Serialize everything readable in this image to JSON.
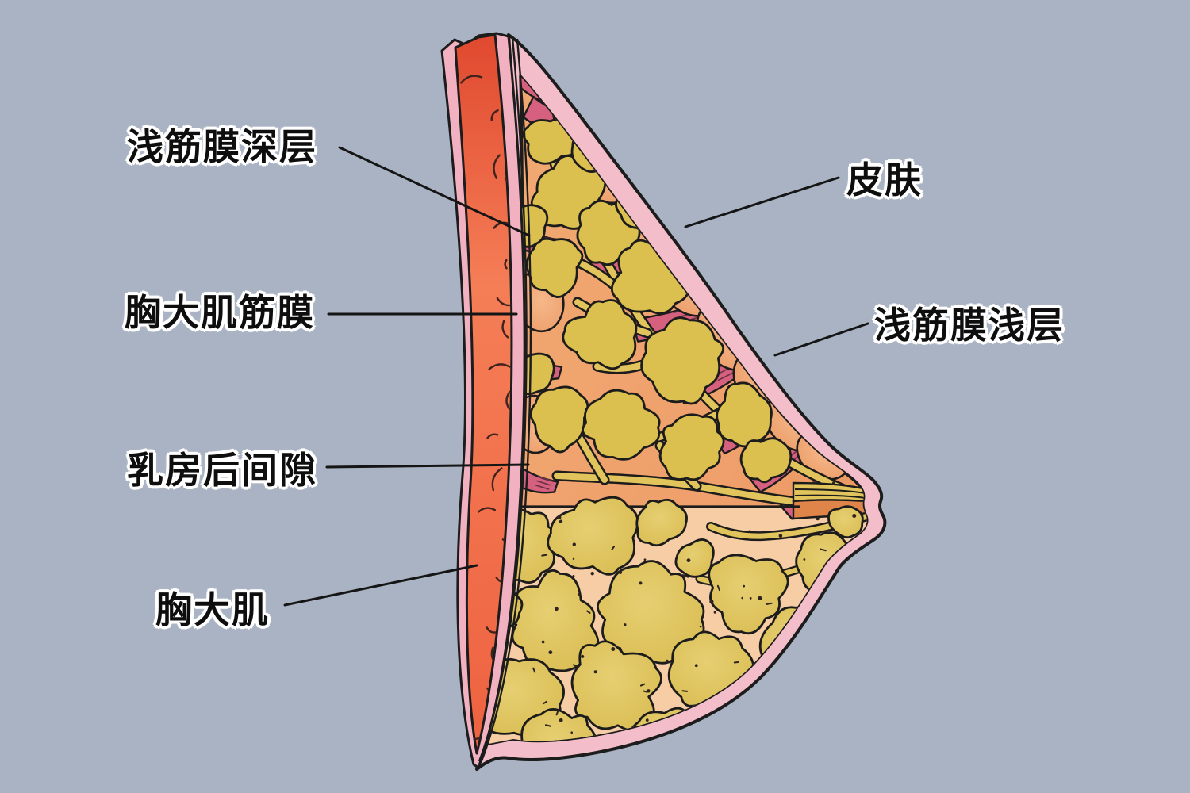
{
  "scene": {
    "description": "乳房矢状切面解剖图",
    "background_color": "#a9b3c3"
  },
  "labels": [
    {
      "id": "superficial-fascia-deep-layer",
      "text": "浅筋膜深层"
    },
    {
      "id": "pectoralis-major-fascia",
      "text": "胸大肌筋膜"
    },
    {
      "id": "retromammary-space",
      "text": "乳房后间隙"
    },
    {
      "id": "pectoralis-major",
      "text": "胸大肌"
    },
    {
      "id": "skin",
      "text": "皮肤"
    },
    {
      "id": "superficial-fascia-superficial-layer",
      "text": "浅筋膜浅层"
    }
  ],
  "colors": {
    "background": "#a9b3c3",
    "outline": "#1c1c1c",
    "skin": "#f4bdca",
    "fascia_pink": "#f2b1c0",
    "fascia_light": "#f8ccd8",
    "muscle": "#ef6a47",
    "muscle_fiber": "#40221e",
    "ligament": "#d5617e",
    "ligament_hatch": "#703048",
    "upper_fat": "#efa06c",
    "bulge_fat": "#f2a875",
    "gland": "#dcc04f",
    "duct": "#e2c45c",
    "lower_fat": "#f7cda6",
    "lobule": "#dfc467",
    "nipple_band": "#e0854a",
    "speckle": "#2e2320",
    "leader_line": "#151515",
    "label_text": "#0e0e0e"
  }
}
